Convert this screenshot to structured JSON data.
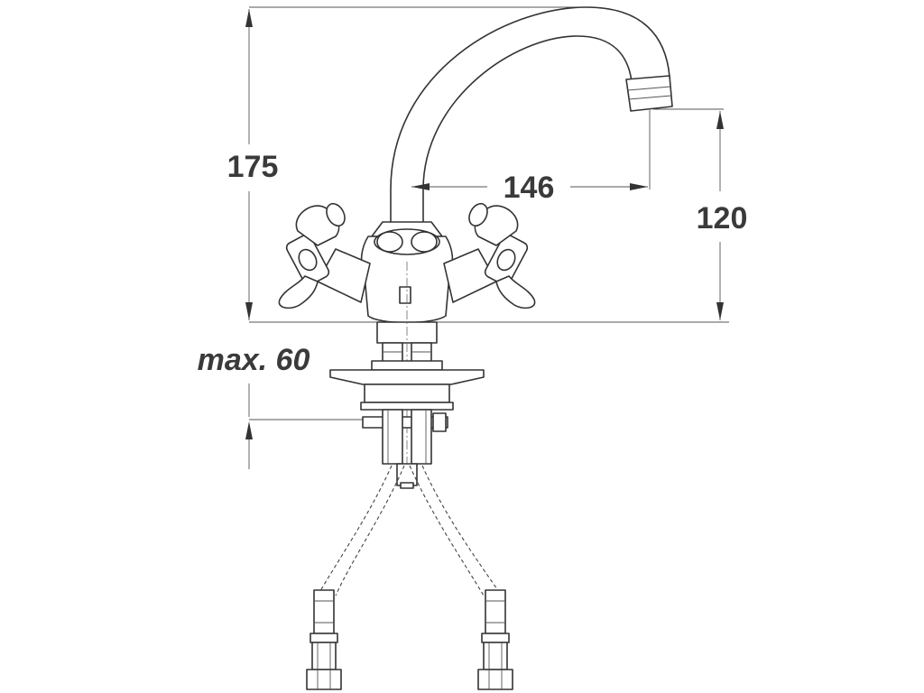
{
  "dimensions": {
    "total_height": "175",
    "spout_reach": "146",
    "spout_height": "120",
    "max_deck_thickness": "max. 60"
  },
  "colors": {
    "line": "#333333",
    "text": "#3a3a3a",
    "background": "#ffffff"
  }
}
